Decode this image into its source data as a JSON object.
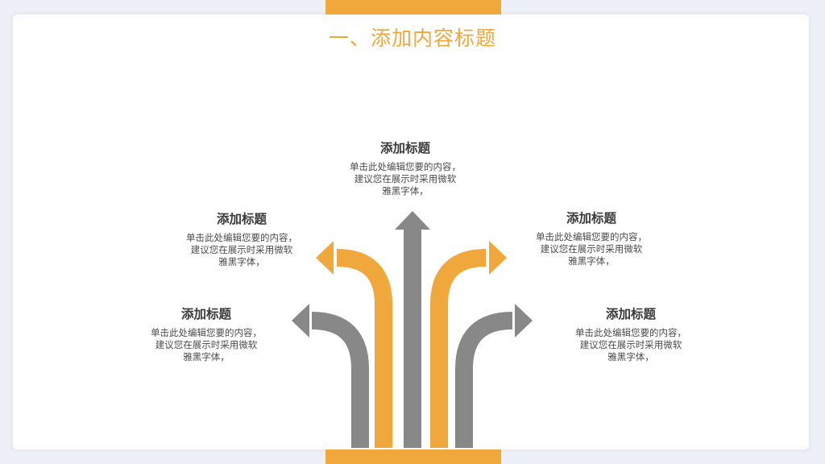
{
  "slide": {
    "title": "一、添加内容标题",
    "accent_color": "#f0a73c",
    "arrow_gray": "#888888"
  },
  "blocks": [
    {
      "title": "添加标题",
      "line1": "单击此处编辑您要的内容，",
      "line2": "建议您在展示时采用微软",
      "line3": "雅黑字体，"
    },
    {
      "title": "添加标题",
      "line1": "单击此处编辑您要的内容，",
      "line2": "建议您在展示时采用微软",
      "line3": "雅黑字体，"
    },
    {
      "title": "添加标题",
      "line1": "单击此处编辑您要的内容，",
      "line2": "建议您在展示时采用微软",
      "line3": "雅黑字体，"
    },
    {
      "title": "添加标题",
      "line1": "单击此处编辑您要的内容，",
      "line2": "建议您在展示时采用微软",
      "line3": "雅黑字体，"
    },
    {
      "title": "添加标题",
      "line1": "单击此处编辑您要的内容，",
      "line2": "建议您在展示时采用微软",
      "line3": "雅黑字体，"
    }
  ]
}
